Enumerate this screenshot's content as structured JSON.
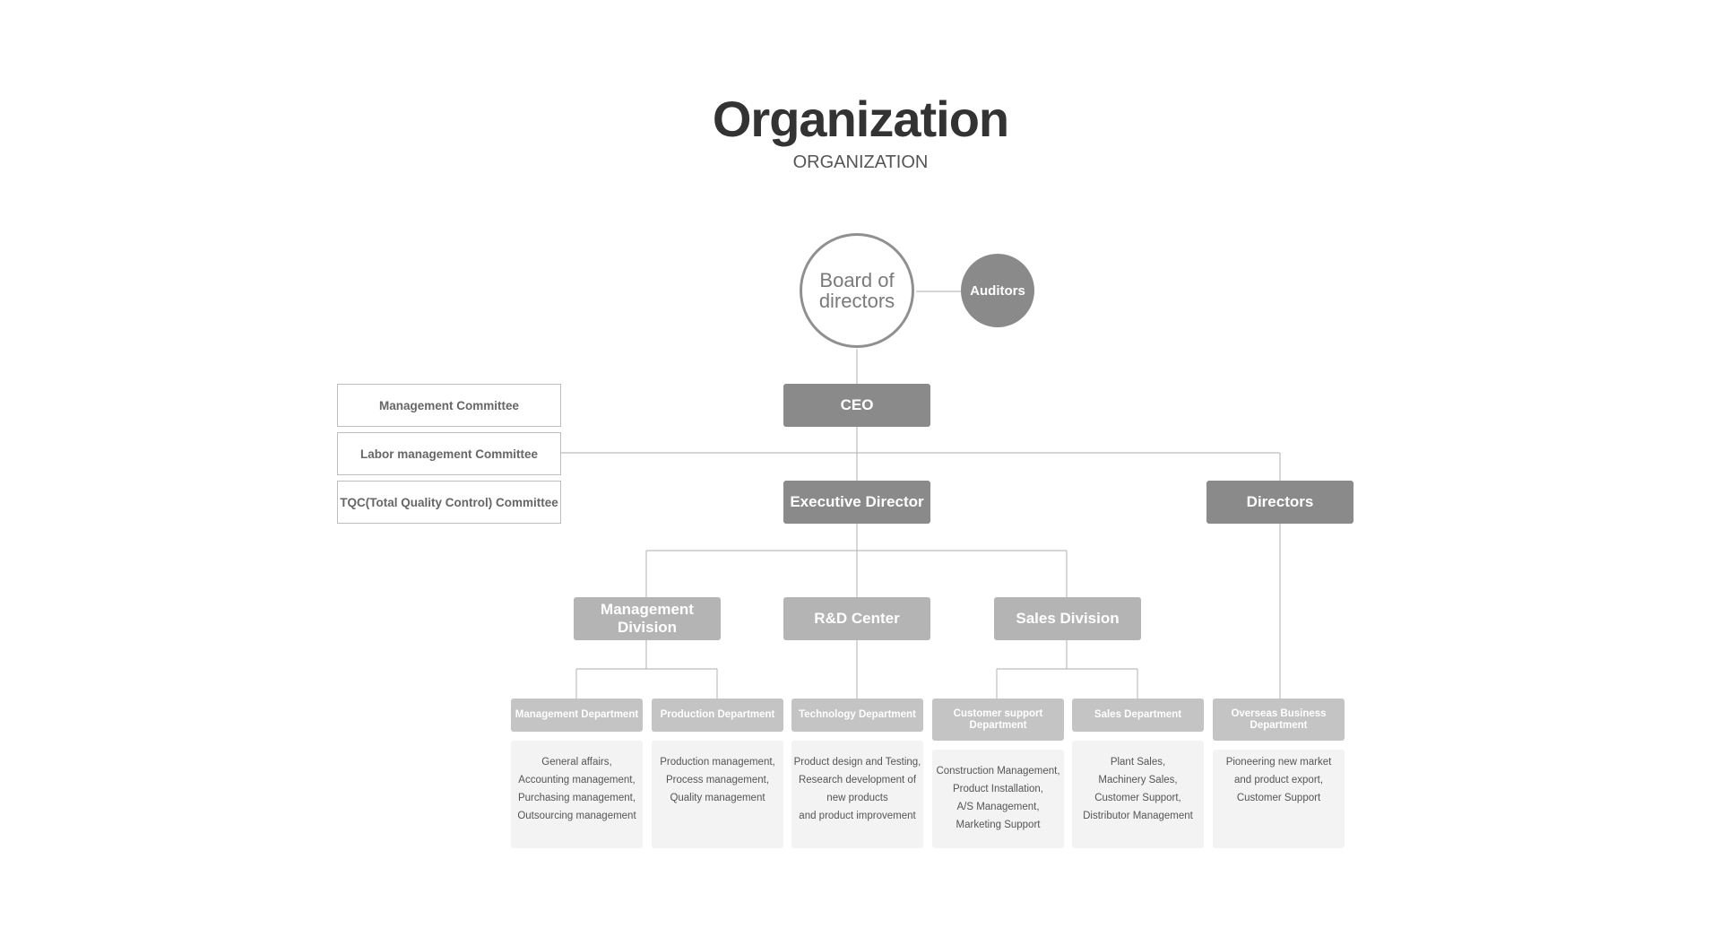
{
  "header": {
    "title": "Organization",
    "subtitle": "ORGANIZATION"
  },
  "org": {
    "board": "Board of directors",
    "auditors": "Auditors",
    "ceo": "CEO",
    "committees": [
      "Management Committee",
      "Labor management Committee",
      "TQC(Total Quality Control) Committee"
    ],
    "executive_director": "Executive Director",
    "directors": "Directors",
    "divisions": [
      "Management Division",
      "R&D Center",
      "Sales Division"
    ],
    "departments": [
      {
        "name": "Management Department",
        "duties": [
          "General affairs,",
          "Accounting management,",
          "Purchasing management,",
          "Outsourcing management"
        ]
      },
      {
        "name": "Production Department",
        "duties": [
          "Production management,",
          "Process management,",
          "Quality management"
        ]
      },
      {
        "name": "Technology Department",
        "duties": [
          "Product design and Testing,",
          "Research development of",
          "new products",
          "and product improvement"
        ]
      },
      {
        "name": "Customer support Department",
        "duties": [
          "Construction Management,",
          "Product Installation,",
          "A/S Management,",
          "Marketing Support"
        ]
      },
      {
        "name": "Sales Department",
        "duties": [
          "Plant Sales,",
          "Machinery Sales,",
          "Customer Support,",
          "Distributor Management"
        ]
      },
      {
        "name": "Overseas Business Department",
        "duties": [
          "Pioneering new market",
          "and product export,",
          "Customer Support"
        ]
      }
    ]
  },
  "colors": {
    "dark_box": "#8a8a8a",
    "mid_box": "#b4b4b4",
    "light_box": "#c4c4c4",
    "line": "#bdbdbd"
  }
}
